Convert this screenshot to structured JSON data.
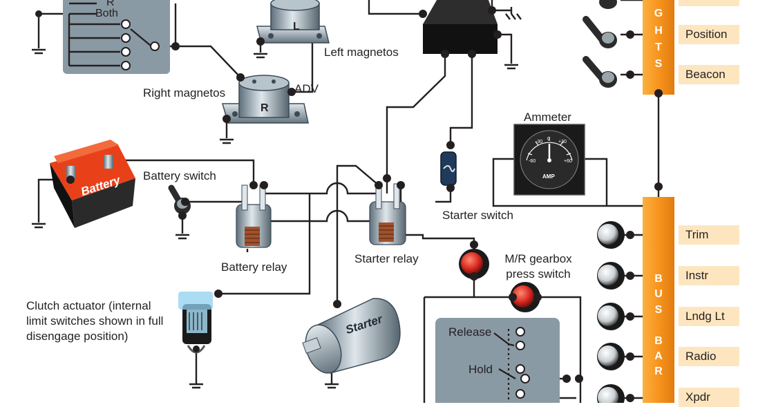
{
  "labels": {
    "both": "Both",
    "r_top": "R",
    "left_magnetos": "Left magnetos",
    "right_magnetos": "Right magnetos",
    "adv": "ADV",
    "mag_l": "L",
    "mag_r": "R",
    "battery": "Battery",
    "battery_switch": "Battery switch",
    "battery_relay": "Battery relay",
    "starter_relay": "Starter relay",
    "starter_switch": "Starter switch",
    "ammeter": "Ammeter",
    "amp": "AMP",
    "mr_gearbox": "M/R gearbox\npress switch",
    "clutch": "Clutch actuator (internal limit switches shown in full disengage position)",
    "starter": "Starter",
    "release": "Release",
    "hold": "Hold"
  },
  "lights_bar": {
    "letters": [
      "G",
      "H",
      "T",
      "S"
    ],
    "items": [
      "Position",
      "Beacon"
    ]
  },
  "bus_bar": {
    "letters": [
      "B",
      "U",
      "S",
      "B",
      "A",
      "R"
    ],
    "items": [
      "Trim",
      "Instr",
      "Lndg Lt",
      "Radio",
      "Xpdr"
    ]
  },
  "ammeter_scale": [
    "-30",
    "0",
    "+30",
    "-60",
    "+60"
  ],
  "colors": {
    "bus": "#f7941d",
    "box_fill": "#fde6bf",
    "panel": "#8a9aa4",
    "wire": "#231f20",
    "battery_red": "#e8411a",
    "button_red": "#d7261e"
  }
}
